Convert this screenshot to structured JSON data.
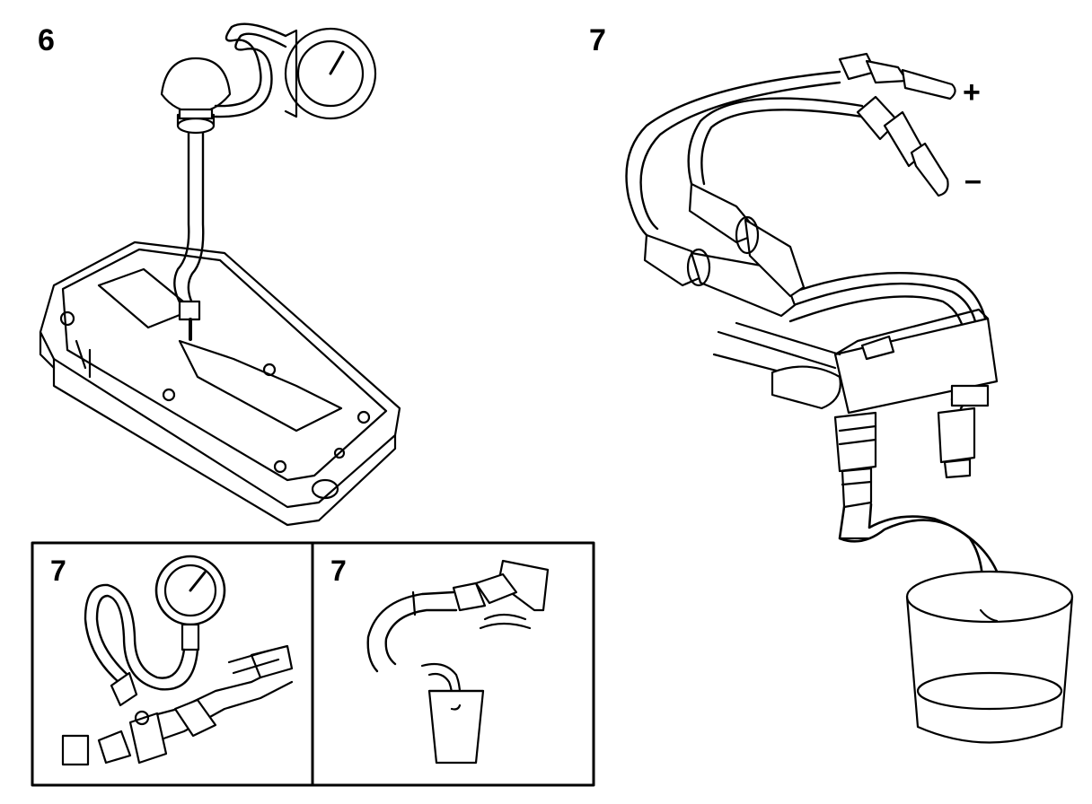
{
  "figure_labels": {
    "fig6": "6",
    "fig7_main": "7",
    "fig7_inset_left": "7",
    "fig7_inset_right": "7"
  },
  "polarity": {
    "positive": "+",
    "negative": "–"
  }
}
